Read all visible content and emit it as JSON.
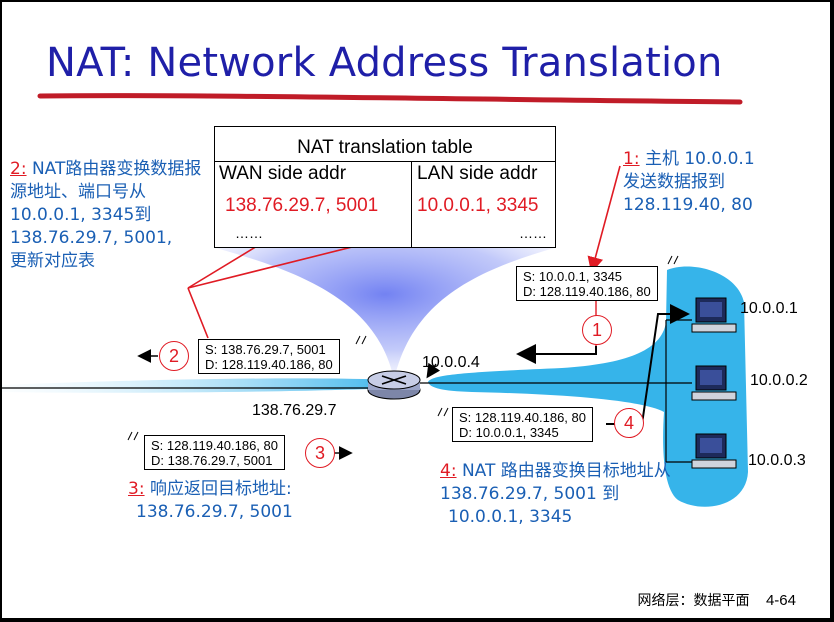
{
  "title": "NAT: Network Address Translation",
  "table": {
    "title": "NAT translation table",
    "wan_header": "WAN side addr",
    "lan_header": "LAN side addr",
    "wan_value": "138.76.29.7, 5001",
    "lan_value": "10.0.0.1, 3345",
    "dots_left": "……",
    "dots_right": "……"
  },
  "notes": {
    "step1": {
      "num": "1:",
      "lines": [
        " 主机 10.0.0.1",
        "发送数据报到",
        "128.119.40, 80"
      ]
    },
    "step2": {
      "num": "2:",
      "lines": [
        " NAT路由器变换数据报",
        "源地址、端口号从",
        "10.0.0.1, 3345到",
        "138.76.29.7, 5001,",
        "更新对应表"
      ]
    },
    "step3": {
      "num": "3:",
      "lines": [
        " 响应返回目标地址:",
        "138.76.29.7, 5001"
      ]
    },
    "step4": {
      "num": "4:",
      "lines": [
        " NAT 路由器变换目标地址从",
        "138.76.29.7, 5001 到",
        "10.0.0.1, 3345"
      ]
    }
  },
  "packets": {
    "p1": {
      "s": "S: 10.0.0.1, 3345",
      "d": "D: 128.119.40.186, 80"
    },
    "p2": {
      "s": "S: 138.76.29.7, 5001",
      "d": "D: 128.119.40.186, 80"
    },
    "p3": {
      "s": "S: 128.119.40.186, 80",
      "d": "D: 138.76.29.7, 5001"
    },
    "p4": {
      "s": "S: 128.119.40.186, 80",
      "d": "D: 10.0.0.1, 3345"
    }
  },
  "markers": {
    "m1": "1",
    "m2": "2",
    "m3": "3",
    "m4": "4"
  },
  "addresses": {
    "router_lan": "10.0.0.4",
    "router_wan": "138.76.29.7",
    "host1": "10.0.0.1",
    "host2": "10.0.0.2",
    "host3": "10.0.0.3"
  },
  "footer": {
    "text": "网络层：数据平面",
    "page": "4-64"
  },
  "colors": {
    "title": "#1f1fa8",
    "note": "#1a5fb4",
    "accent": "#e01b24",
    "lan_blob": "#36b4ea"
  }
}
